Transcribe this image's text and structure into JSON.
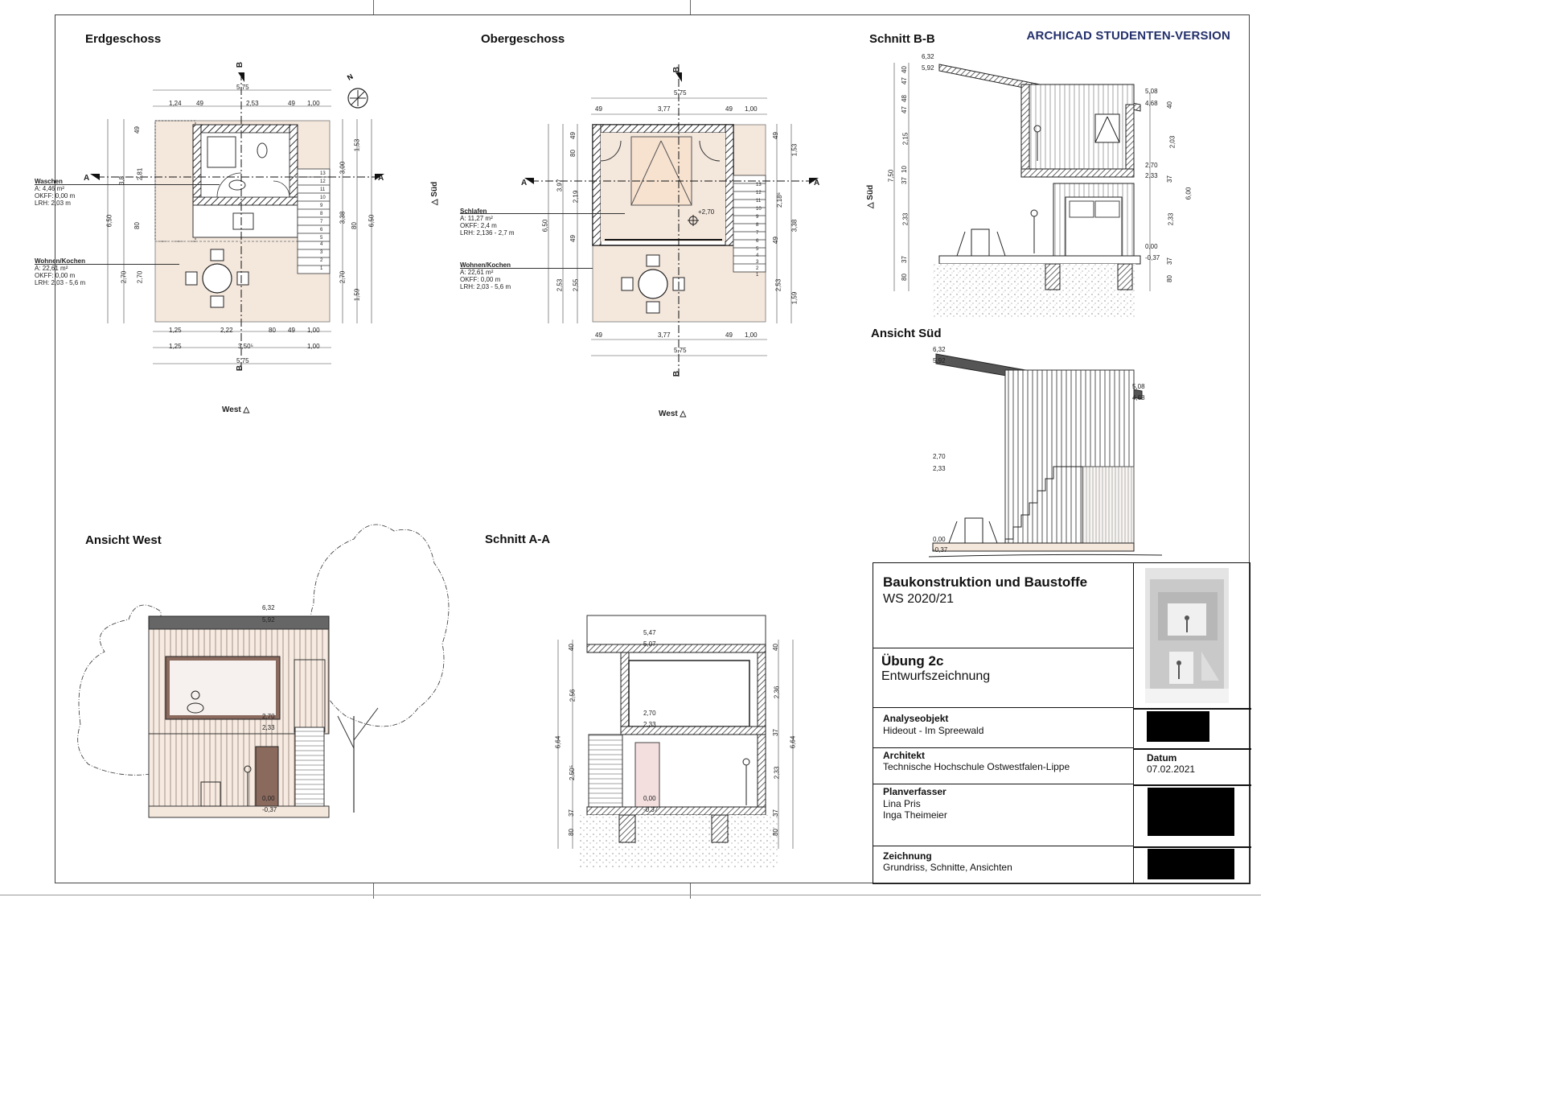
{
  "watermark": "ARCHICAD STUDENTEN-VERSION",
  "drawings": {
    "erdgeschoss": {
      "title": "Erdgeschoss",
      "orientation": "West",
      "section_markers": [
        "B",
        "A",
        "A",
        "B"
      ],
      "compass": "N",
      "dims_top_total": "5,75",
      "dims_top": [
        "1,24",
        "49",
        "2,53",
        "49",
        "1,00"
      ],
      "dims_bottom_1": [
        "1,25",
        "2,22",
        "80",
        "49",
        "1,00"
      ],
      "dims_bottom_2": [
        "1,25",
        "3,50⁵",
        "1,00"
      ],
      "dims_bottom_total": "5,75",
      "dims_left_total": "6,50",
      "dims_left": [
        "49",
        "3,8",
        "80",
        "2,70"
      ],
      "dims_left_inner": [
        "2,81",
        "2,70"
      ],
      "dims_right": [
        "1,53",
        "3,00",
        "3,38",
        "80",
        "2,70",
        "1,59"
      ],
      "dims_right_total": "6,50",
      "stair_steps": [
        "13",
        "12",
        "11",
        "10",
        "9",
        "8",
        "7",
        "6",
        "5",
        "4",
        "3",
        "2",
        "1"
      ],
      "rooms": [
        {
          "name": "Waschen",
          "area": "A: 4,46 m²",
          "okff": "OKFF: 0,00 m",
          "lrh": "LRH: 2,03 m"
        },
        {
          "name": "Wohnen/Kochen",
          "area": "A: 22,61 m²",
          "okff": "OKFF: 0,00 m",
          "lrh": "LRH: 2,03 - 5,6 m"
        }
      ]
    },
    "obergeschoss": {
      "title": "Obergeschoss",
      "orientation": "West",
      "side_label": "Süd",
      "section_markers": [
        "B",
        "A",
        "A",
        "B"
      ],
      "dims_top_total": "5,75",
      "dims_top": [
        "49",
        "3,77",
        "49",
        "1,00"
      ],
      "dims_bottom": [
        "49",
        "3,77",
        "49",
        "1,00"
      ],
      "dims_bottom_total": "5,75",
      "dims_left_total": "6,50",
      "dims_left": [
        "49",
        "80",
        "3,97",
        "2,19",
        "49",
        "2,53",
        "2,55"
      ],
      "dims_right": [
        "49",
        "1,53",
        "2,18⁶",
        "49",
        "3,38",
        "2,53",
        "1,59"
      ],
      "level_mark": "+2,70",
      "stair_steps": [
        "13",
        "12",
        "11",
        "10",
        "9",
        "8",
        "7",
        "6",
        "5",
        "4",
        "3",
        "2",
        "1"
      ],
      "rooms": [
        {
          "name": "Schlafen",
          "area": "A: 11,27 m²",
          "okff": "OKFF: 2,4 m",
          "lrh": "LRH: 2,136 - 2,7 m"
        },
        {
          "name": "Wohnen/Kochen",
          "area": "A: 22,61 m²",
          "okff": "OKFF: 0,00 m",
          "lrh": "LRH: 2,03 - 5,6 m"
        }
      ]
    },
    "schnitt_bb": {
      "title": "Schnitt B-B",
      "side_label": "Süd",
      "levels_left": [
        "6,32",
        "5,92"
      ],
      "levels_right": [
        "5,08",
        "4,68",
        "2,70",
        "2,33",
        "0,00",
        "-0,37"
      ],
      "dims_left": [
        "47",
        "40",
        "48",
        "47",
        "2,15",
        "37",
        "10",
        "7,50",
        "2,33",
        "37",
        "80"
      ],
      "dims_right": [
        "40",
        "2,03",
        "37",
        "6,00",
        "2,33",
        "37",
        "80"
      ]
    },
    "ansicht_sued": {
      "title": "Ansicht Süd",
      "levels": [
        "6,32",
        "5,92",
        "5,08",
        "4,68",
        "2,70",
        "2,33",
        "0,00",
        "-0,37"
      ]
    },
    "ansicht_west": {
      "title": "Ansicht West",
      "levels": [
        "6,32",
        "5,92",
        "2,70",
        "2,33",
        "0,00",
        "-0,37"
      ]
    },
    "schnitt_aa": {
      "title": "Schnitt A-A",
      "levels": [
        "5,47",
        "5,07",
        "2,70",
        "2,33",
        "0,00",
        "-0,37"
      ],
      "dims_left": [
        "40",
        "2,56",
        "6,64",
        "2,50⁵",
        "37",
        "80"
      ],
      "dims_right": [
        "40",
        "2,36",
        "37",
        "6,64",
        "2,33",
        "37",
        "80"
      ]
    }
  },
  "title_block": {
    "course": "Baukonstruktion und Baustoffe",
    "semester": "WS 2020/21",
    "exercise": "Übung 2c",
    "exercise_sub": "Entwurfszeichnung",
    "analyse_label": "Analyseobjekt",
    "analyse_value": "Hideout - Im Spreewald",
    "architekt_label": "Architekt",
    "architekt_value": "Technische Hochschule Ostwestfalen-Lippe",
    "datum_label": "Datum",
    "datum_value": "07.02.2021",
    "planverfasser_label": "Planverfasser",
    "planverfasser_values": [
      "Lina Pris",
      "Inga Theimeier"
    ],
    "zeichnung_label": "Zeichnung",
    "zeichnung_value": "Grundriss, Schnitte, Ansichten"
  },
  "colors": {
    "floor_fill": "#f4e7dc",
    "wall_hatch": "#555555",
    "title_block_border": "#111111",
    "watermark": "#23306b"
  }
}
